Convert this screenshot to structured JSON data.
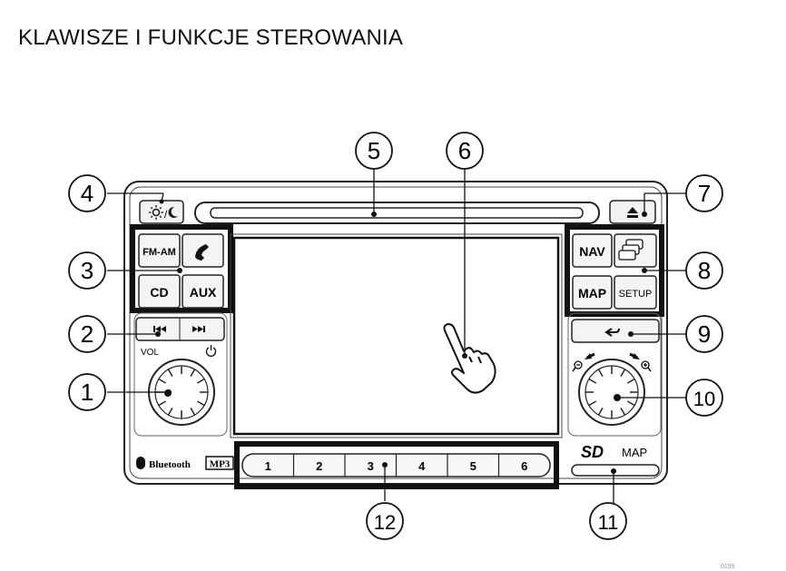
{
  "title": "KLAWISZE I FUNKCJE STEROWANIA",
  "buttons": {
    "fm_am": "FM-AM",
    "cd": "CD",
    "aux": "AUX",
    "nav": "NAV",
    "map": "MAP",
    "setup": "SETUP",
    "vol": "VOL",
    "bluetooth": "Bluetooth",
    "mp3": "MP3",
    "sd_map": "MAP"
  },
  "presets": [
    "1",
    "2",
    "3",
    "4",
    "5",
    "6"
  ],
  "callouts": [
    "1",
    "2",
    "3",
    "4",
    "5",
    "6",
    "7",
    "8",
    "9",
    "10",
    "11",
    "12"
  ],
  "footer": "0199"
}
